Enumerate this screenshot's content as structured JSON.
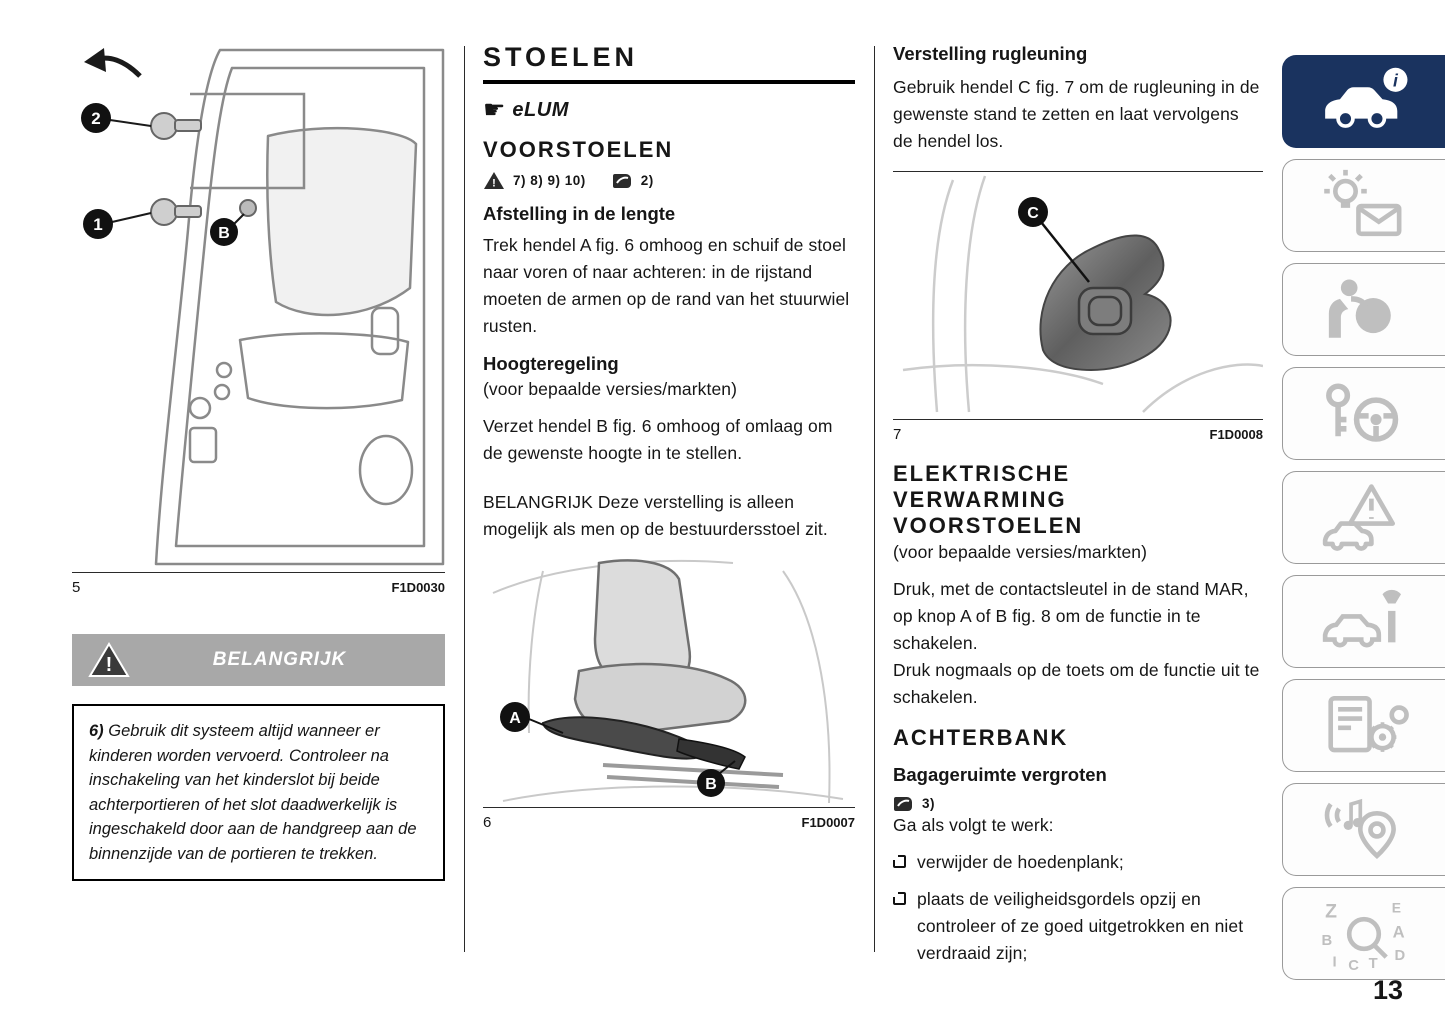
{
  "page": {
    "number": "13"
  },
  "glyphs": {
    "exclamation": "!",
    "hand": "☛",
    "info": "i"
  },
  "left_col": {
    "figure5": {
      "number": "5",
      "code": "F1D0030",
      "label_1": "1",
      "label_2": "2",
      "label_b": "B"
    },
    "warning_bar": {
      "title": "BELANGRIJK"
    },
    "note_box": {
      "ref": "6)",
      "text": " Gebruik dit systeem altijd wanneer er kinderen worden vervoerd. Controleer na inschakeling van het kinderslot bij beide achterportieren of het slot daadwerkelijk is ingeschakeld door aan de handgreep aan de binnenzijde van de portieren te trekken."
    }
  },
  "mid_col": {
    "title": "STOELEN",
    "ref_label": "eLUM",
    "heading_voorstoelen": "VOORSTOELEN",
    "warn_refs_triangle": "7) 8) 9) 10)",
    "warn_refs_advice": "2)",
    "lengte_title": "Afstelling in de lengte",
    "lengte_text": "Trek hendel A fig. 6 omhoog en schuif de stoel naar voren of naar achteren: in de rijstand moeten de armen op de rand van het stuurwiel rusten.",
    "hoogte_title": "Hoogteregeling",
    "hoogte_note": "(voor bepaalde versies/markten)",
    "hoogte_text": "Verzet hendel B fig. 6 omhoog of omlaag om de gewenste hoogte in te stellen.",
    "important_text": "BELANGRIJK Deze verstelling is alleen mogelijk als men op de bestuurdersstoel zit.",
    "figure6": {
      "number": "6",
      "code": "F1D0007",
      "label_a": "A",
      "label_b": "B"
    }
  },
  "right_col": {
    "rugleuning_title": "Verstelling rugleuning",
    "rugleuning_text": "Gebruik hendel C fig. 7 om de rugleuning in de gewenste stand te zetten en laat vervolgens de hendel los.",
    "figure7": {
      "number": "7",
      "code": "F1D0008",
      "label_c": "C"
    },
    "verwarming_title_lines": [
      "ELEKTRISCHE",
      "VERWARMING",
      "VOORSTOELEN"
    ],
    "verwarming_note": "(voor bepaalde versies/markten)",
    "verwarming_text1": "Druk, met de contactsleutel in de stand MAR, op knop A of B fig. 8 om de functie in te schakelen.",
    "verwarming_text2": "Druk nogmaals op de toets om de functie uit te schakelen.",
    "achterbank_title": "ACHTERBANK",
    "bagage_title": "Bagageruimte vergroten",
    "bagage_ref": "3)",
    "bagage_intro": "Ga als volgt te werk:",
    "bullets": [
      "verwijder de hoedenplank;",
      "plaats de veiligheidsgordels opzij en controleer of ze goed uitgetrokken en niet verdraaid zijn;"
    ]
  },
  "sidebar": {
    "index_letters": [
      "Z",
      "E",
      "B",
      "A",
      "D",
      "I",
      "C",
      "T"
    ],
    "items": [
      {
        "id": "vehicle-info",
        "active": true
      },
      {
        "id": "lights-and-messages",
        "active": false
      },
      {
        "id": "safety",
        "active": false
      },
      {
        "id": "starting-and-driving",
        "active": false
      },
      {
        "id": "in-emergency",
        "active": false
      },
      {
        "id": "servicing-and-care",
        "active": false
      },
      {
        "id": "technical-data",
        "active": false
      },
      {
        "id": "multimedia",
        "active": false
      },
      {
        "id": "index",
        "active": false
      }
    ]
  },
  "colors": {
    "accent_navy": "#1a335f",
    "tile_border": "#9a9a9a",
    "icon_gray": "#bfbfbf",
    "warning_bar_gray": "#a8a8a8"
  }
}
